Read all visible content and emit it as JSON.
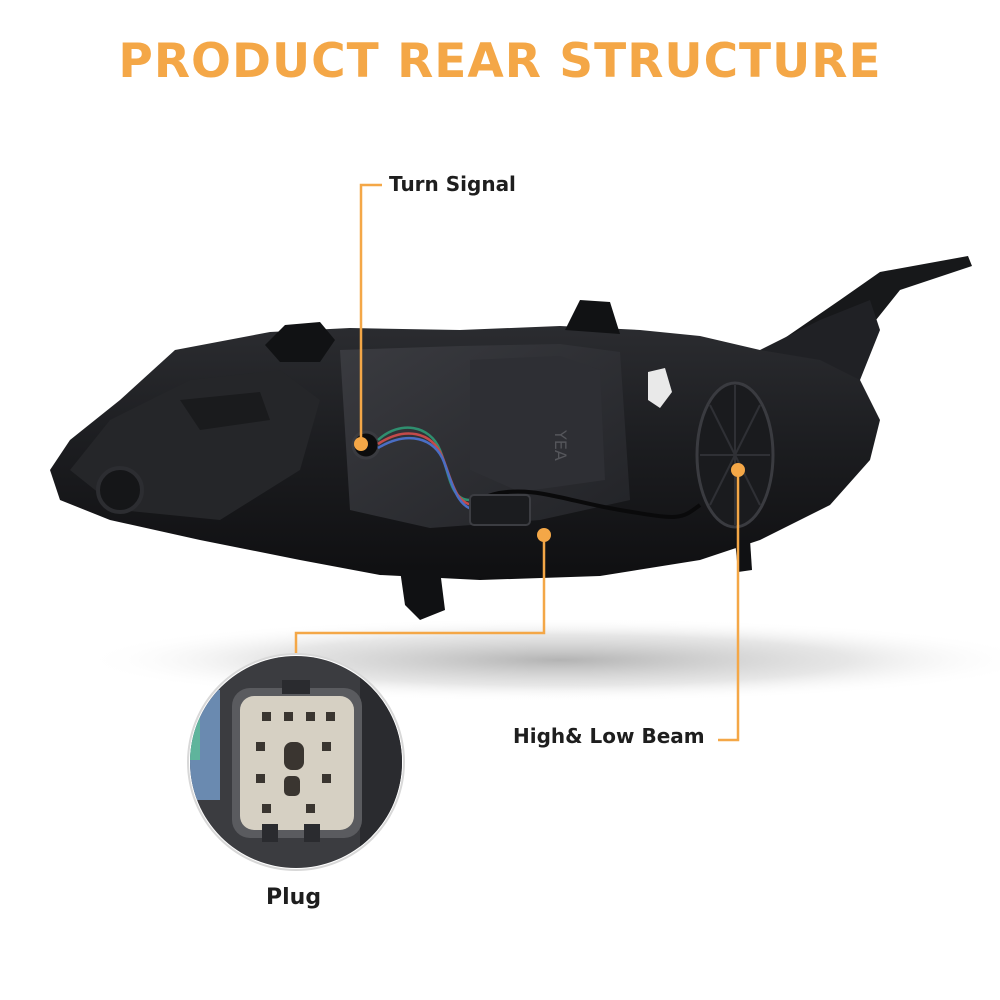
{
  "title": "PRODUCT REAR STRUCTURE",
  "callouts": {
    "turn_signal": "Turn Signal",
    "high_low_beam": "High& Low Beam",
    "plug": "Plug"
  },
  "colors": {
    "accent": "#f4a747",
    "label": "#1e1e1e",
    "housing": "#1d1d1f"
  },
  "icons": [
    "headlight-housing-image",
    "plug-connector-image"
  ]
}
